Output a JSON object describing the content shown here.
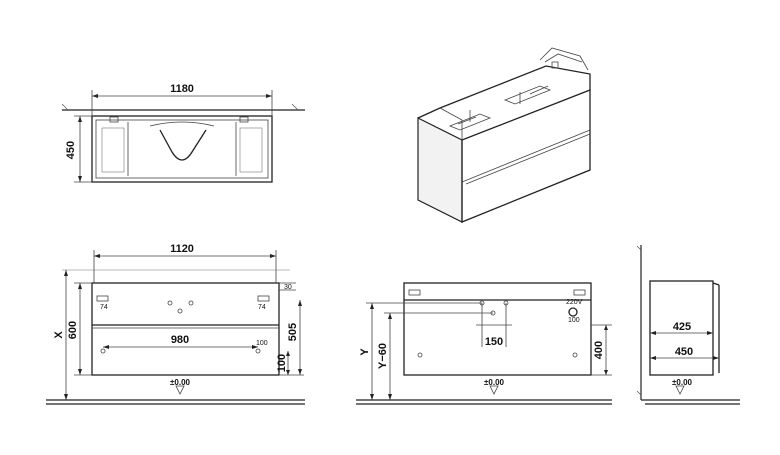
{
  "top_view": {
    "width_label": "1180",
    "depth_label": "450"
  },
  "front_view": {
    "inner_width_label": "1120",
    "top_offset_label": "30",
    "height_label": "600",
    "height_var_label": "X",
    "lower_height_label": "505",
    "handle_span_label": "980",
    "handle_offset_label": "100",
    "bottom_offset_label": "100",
    "corner_label_left": "74",
    "corner_label_right": "74",
    "floor_label": "±0.00"
  },
  "back_view": {
    "height_var_label": "Y−60",
    "y_label": "Y",
    "center_label": "150",
    "height_label": "400",
    "voltage_label": "220V",
    "socket_label": "100",
    "floor_label": "±0.00"
  },
  "side_view": {
    "depth_inner_label": "425",
    "depth_outer_label": "450",
    "floor_label": "±0.00"
  }
}
